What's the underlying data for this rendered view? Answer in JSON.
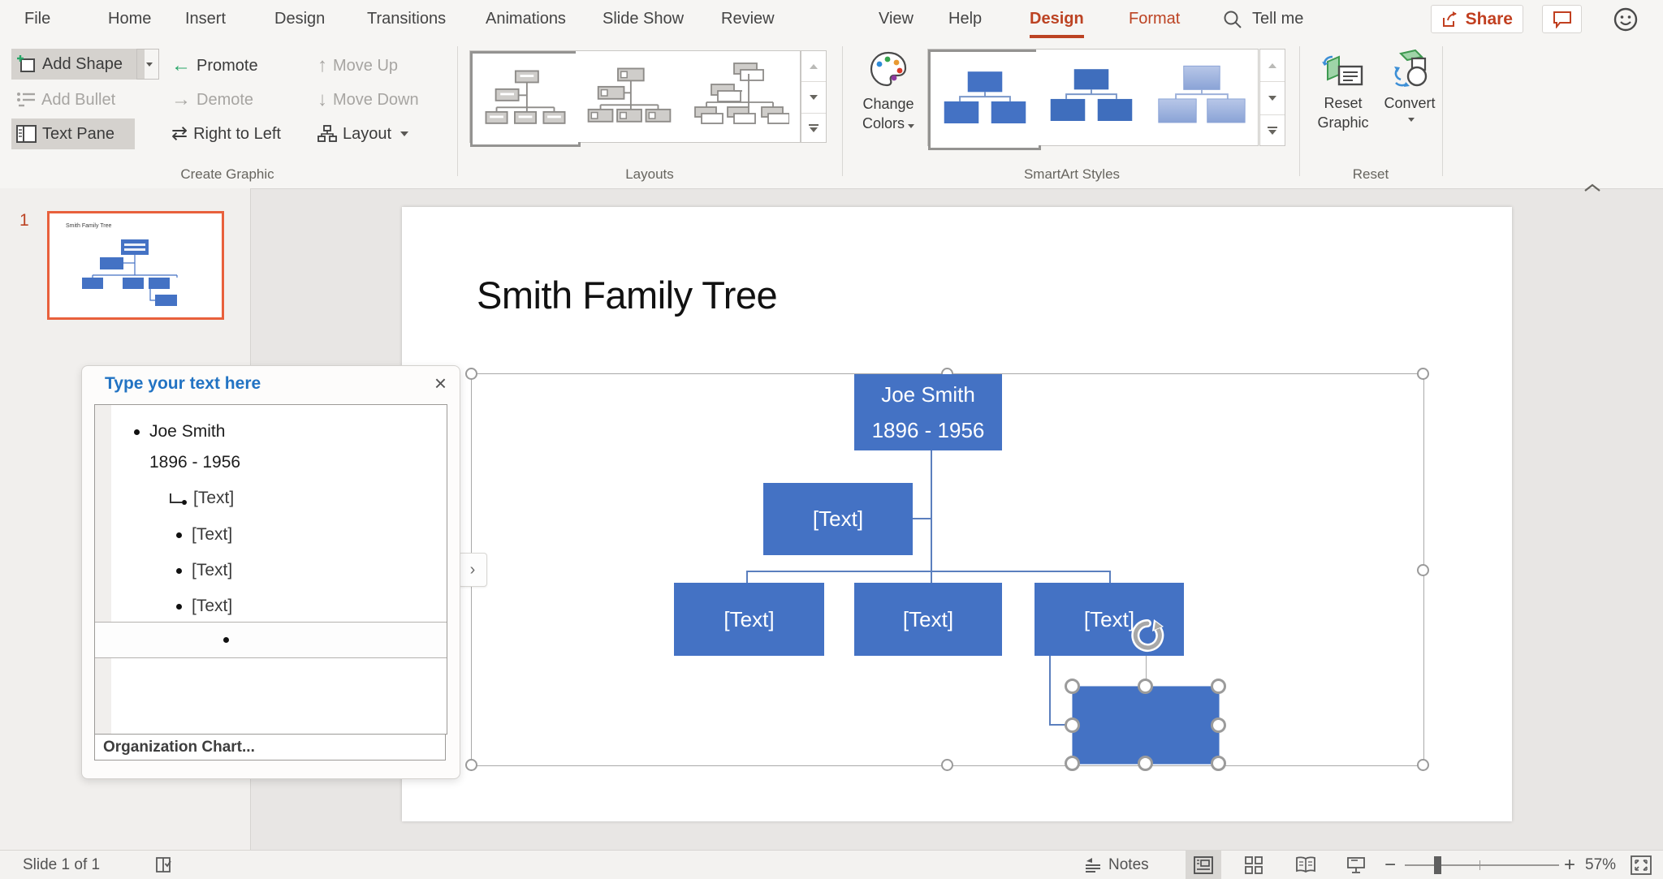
{
  "menu": {
    "items": [
      "File",
      "Home",
      "Insert",
      "Design",
      "Transitions",
      "Animations",
      "Slide Show",
      "Review",
      "View",
      "Help"
    ],
    "contextual": [
      {
        "label": "Design",
        "active": true
      },
      {
        "label": "Format",
        "active": false
      }
    ],
    "tell_me": "Tell me",
    "share_label": "Share"
  },
  "ribbon": {
    "create_graphic": {
      "label": "Create Graphic",
      "add_shape": "Add Shape",
      "add_bullet": "Add Bullet",
      "text_pane": "Text Pane",
      "promote": "Promote",
      "demote": "Demote",
      "right_to_left": "Right to Left",
      "move_up": "Move Up",
      "move_down": "Move Down",
      "layout": "Layout"
    },
    "layouts": {
      "label": "Layouts"
    },
    "smartart_styles": {
      "label": "SmartArt Styles",
      "change_colors_line1": "Change",
      "change_colors_line2": "Colors"
    },
    "reset": {
      "label": "Reset",
      "reset_graphic_line1": "Reset",
      "reset_graphic_line2": "Graphic",
      "convert": "Convert"
    }
  },
  "icons": {
    "promote_arrow": "←",
    "demote_arrow": "→",
    "move_up_arrow": "↑",
    "move_down_arrow": "↓",
    "right_to_left_arrows": "⇄",
    "close": "×",
    "pane_toggle_chevron": "›",
    "zoom_out": "−",
    "zoom_in": "+"
  },
  "slide_panel": {
    "slide_number": "1"
  },
  "text_pane": {
    "header": "Type your text here",
    "items": [
      {
        "text": "Joe Smith"
      },
      {
        "text": "1896 - 1956"
      },
      {
        "text": "[Text]"
      },
      {
        "text": "[Text]"
      },
      {
        "text": "[Text]"
      },
      {
        "text": "[Text]"
      },
      {
        "text": ""
      }
    ],
    "footer": "Organization Chart..."
  },
  "slide": {
    "title": "Smith Family Tree",
    "chart": {
      "root_line1": "Joe Smith",
      "root_line2": "1896 - 1956",
      "assistant": "[Text]",
      "children": [
        "[Text]",
        "[Text]",
        "[Text]"
      ],
      "new_box_text": ""
    }
  },
  "status_bar": {
    "slide_indicator": "Slide 1 of 1",
    "notes": "Notes",
    "zoom_level": "57%"
  },
  "colors": {
    "accent_red": "#BC4323",
    "thumbnail_selection_orange": "#E8603C",
    "smartart_blue": "#4472C4",
    "promote_green": "#27A567",
    "text_pane_header_blue": "#2273C3"
  }
}
